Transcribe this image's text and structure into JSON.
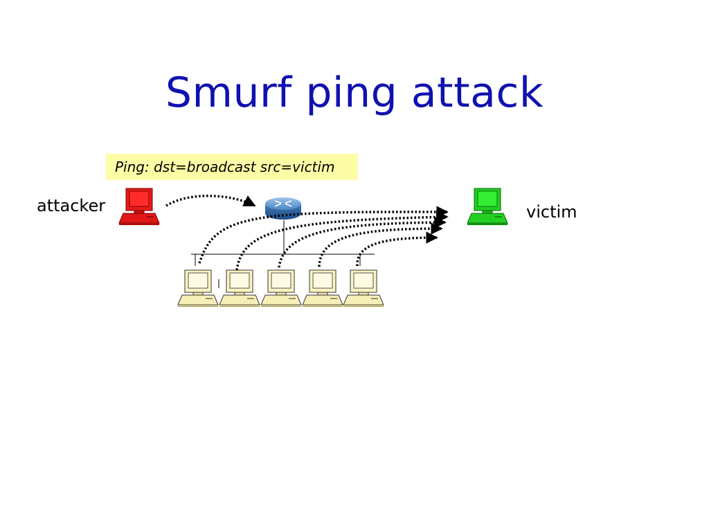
{
  "slide": {
    "title": "Smurf ping attack",
    "callout": "Ping: dst=broadcast src=victim",
    "labels": {
      "attacker": "attacker",
      "victim": "victim"
    }
  },
  "colors": {
    "title": "#1010b0",
    "callout_bg": "#fdfda6",
    "attacker": "#dd1111",
    "victim": "#22dd22",
    "host": "#fbf4c2",
    "router": "#4a86c5"
  },
  "icons": [
    "attacker-computer-icon",
    "victim-computer-icon",
    "router-icon",
    "host-computer-icon"
  ]
}
